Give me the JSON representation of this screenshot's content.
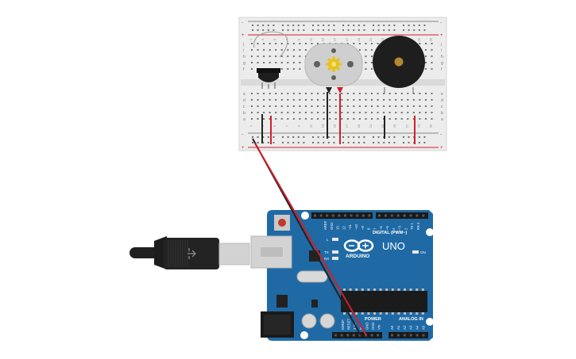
{
  "breadboard": {
    "row_letters_top": [
      "j",
      "i",
      "h",
      "g",
      "f"
    ],
    "row_letters_bottom": [
      "e",
      "d",
      "c",
      "b",
      "a"
    ],
    "rail_plus": "+",
    "rail_minus": "-",
    "column_numbers": [
      "1",
      "3",
      "5",
      "7",
      "9",
      "11",
      "13",
      "15",
      "17",
      "19",
      "21",
      "23",
      "25",
      "27",
      "29",
      "30"
    ]
  },
  "components": {
    "temp_sensor": "temperature-sensor",
    "motor": "dc-motor",
    "buzzer": "piezo-buzzer"
  },
  "arduino": {
    "logo_text": "ARDUINO",
    "model": "UNO",
    "digital_label": "DIGITAL (PWM~)",
    "power_label": "POWER",
    "analog_label": "ANALOG IN",
    "on_label": "ON",
    "l_label": "L",
    "tx_label": "TX",
    "rx_label": "RX",
    "digital_pins": [
      "AREF",
      "GND",
      "13",
      "12",
      "~11",
      "~10",
      "~9",
      "8",
      "7",
      "~6",
      "~5",
      "4",
      "~3",
      "2",
      "TX 1",
      "RX 0"
    ],
    "power_pins": [
      "IOREF",
      "RESET",
      "3.3V",
      "5V",
      "GND",
      "GND",
      "Vin"
    ],
    "analog_pins": [
      "A0",
      "A1",
      "A2",
      "A3",
      "A4",
      "A5"
    ]
  },
  "colors": {
    "board_blue": "#1f6aa5",
    "wire_red": "#d0202a",
    "wire_black": "#222222",
    "breadboard": "#ececec",
    "buzzer": "#202020",
    "motor": "#cfcfcf"
  }
}
